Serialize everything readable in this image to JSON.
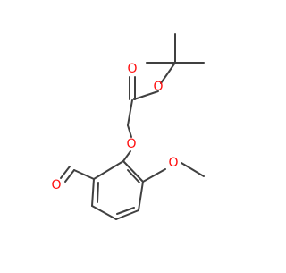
{
  "molecule": {
    "atom_labels": {
      "ester_carbonyl_oxygen": "O",
      "ester_ether_oxygen": "O",
      "aryl_ether_oxygen": "O",
      "methoxy_oxygen": "O",
      "aldehyde_oxygen": "O"
    },
    "colors": {
      "bond": "#404040",
      "oxygen": "#ff0d0d",
      "background": "#ffffff"
    }
  }
}
